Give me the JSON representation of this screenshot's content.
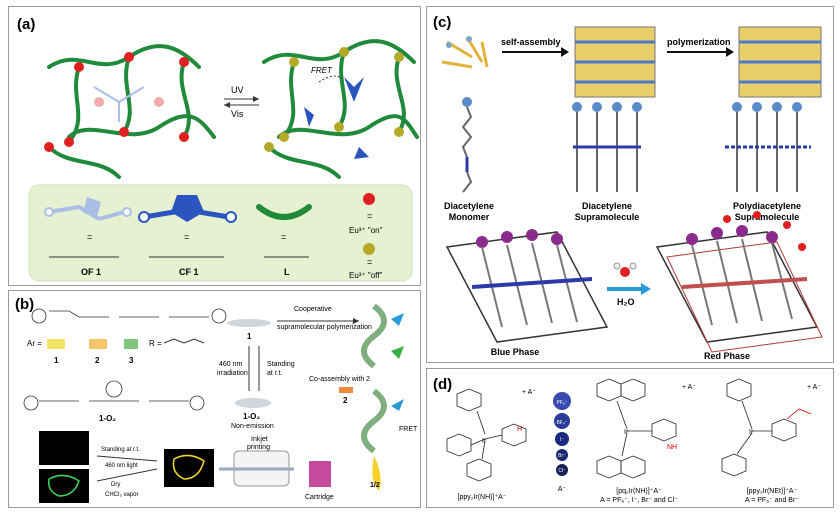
{
  "panel_a": {
    "label": "(a)",
    "uv": "UV",
    "vis": "Vis",
    "fret": "FRET",
    "eq1": "=",
    "eq2": "=",
    "eq3": "=",
    "eq4": "=",
    "eq5": "=",
    "eu_on": "Eu³⁺ \"on\"",
    "eu_off": "Eu³⁺ \"off\"",
    "of1": "OF 1",
    "cf1": "CF 1",
    "L": "L",
    "colors": {
      "green": "#1f8a3a",
      "red": "#e02020",
      "olive": "#b5a92a",
      "blue": "#2a55c0",
      "lightblue": "#a9bfe6"
    }
  },
  "panel_b": {
    "label": "(b)",
    "coop": "Cooperative",
    "supra": "supramolecular polymerization",
    "nm460": "460 nm",
    "irr": "irradiation",
    "standing": "Standing",
    "at_rt": "at r.t.",
    "one": "1",
    "one_o2": "1-O₂",
    "nonem": "Non-emission",
    "coassembly": "Co-assembly with 2",
    "two": "2",
    "fret": "FRET",
    "half": "1/2",
    "inkjet": "Inkjet",
    "printing": "printing",
    "cartridge": "Cartridge",
    "stand2": "Standing at r.t.",
    "light2": "460 nm light",
    "dry": "Dry",
    "chcl3": "CHCl₃ vapor",
    "ar": "Ar =",
    "r": "R =",
    "n1": "1",
    "n2": "2",
    "n3": "3"
  },
  "panel_c": {
    "label": "(c)",
    "self_assembly": "self-assembly",
    "polymerization": "polymerization",
    "monomer1": "Diacetylene",
    "monomer2": "Monomer",
    "supra1": "Diacetylene",
    "supra2": "Supramolecule",
    "poly1": "Polydiacetylene",
    "poly2": "Supramolecule",
    "h2o": "H₂O",
    "blue_phase": "Blue Phase",
    "red_phase": "Red Phase"
  },
  "panel_d": {
    "label": "(d)",
    "anion_label": "A⁻",
    "anions": [
      "PF₆⁻",
      "BF₄⁻",
      "I⁻",
      "Br⁻",
      "Cl⁻"
    ],
    "c1_name": "[ppy₂Ir(NH)]⁺A⁻",
    "c2_name": "[pq₂Ir(NH)]⁺A⁻",
    "c2_a": "A = PF₆⁻, I⁻, Br⁻ and Cl⁻",
    "c3_name": "[ppy₂Ir(NEt)]⁺A⁻",
    "c3_a": "A = PF₆⁻ and Br⁻",
    "ir": "Ir",
    "n": "N",
    "nh": "NH",
    "h": "H",
    "charge": "+ A⁻"
  }
}
